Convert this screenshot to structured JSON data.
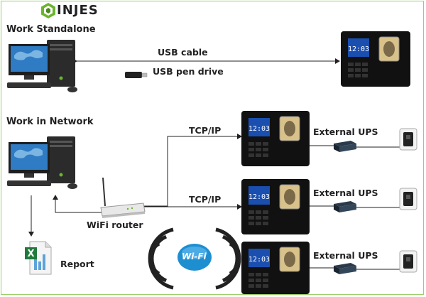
{
  "brand": {
    "name": "INJES",
    "accent": "#6bb52e"
  },
  "sections": {
    "standalone": "Work Standalone",
    "network": "Work in Network"
  },
  "labels": {
    "usb_cable": "USB cable",
    "usb_pen_drive": "USB pen drive",
    "wifi_router": "WiFi router",
    "report": "Report",
    "wifi_badge": "Wi-Fi"
  },
  "links": [
    {
      "protocol": "TCP/IP",
      "ups": "External UPS"
    },
    {
      "protocol": "TCP/IP",
      "ups": "External UPS"
    },
    {
      "protocol": "",
      "ups": "External UPS"
    }
  ],
  "device_screen_time": "12:03"
}
